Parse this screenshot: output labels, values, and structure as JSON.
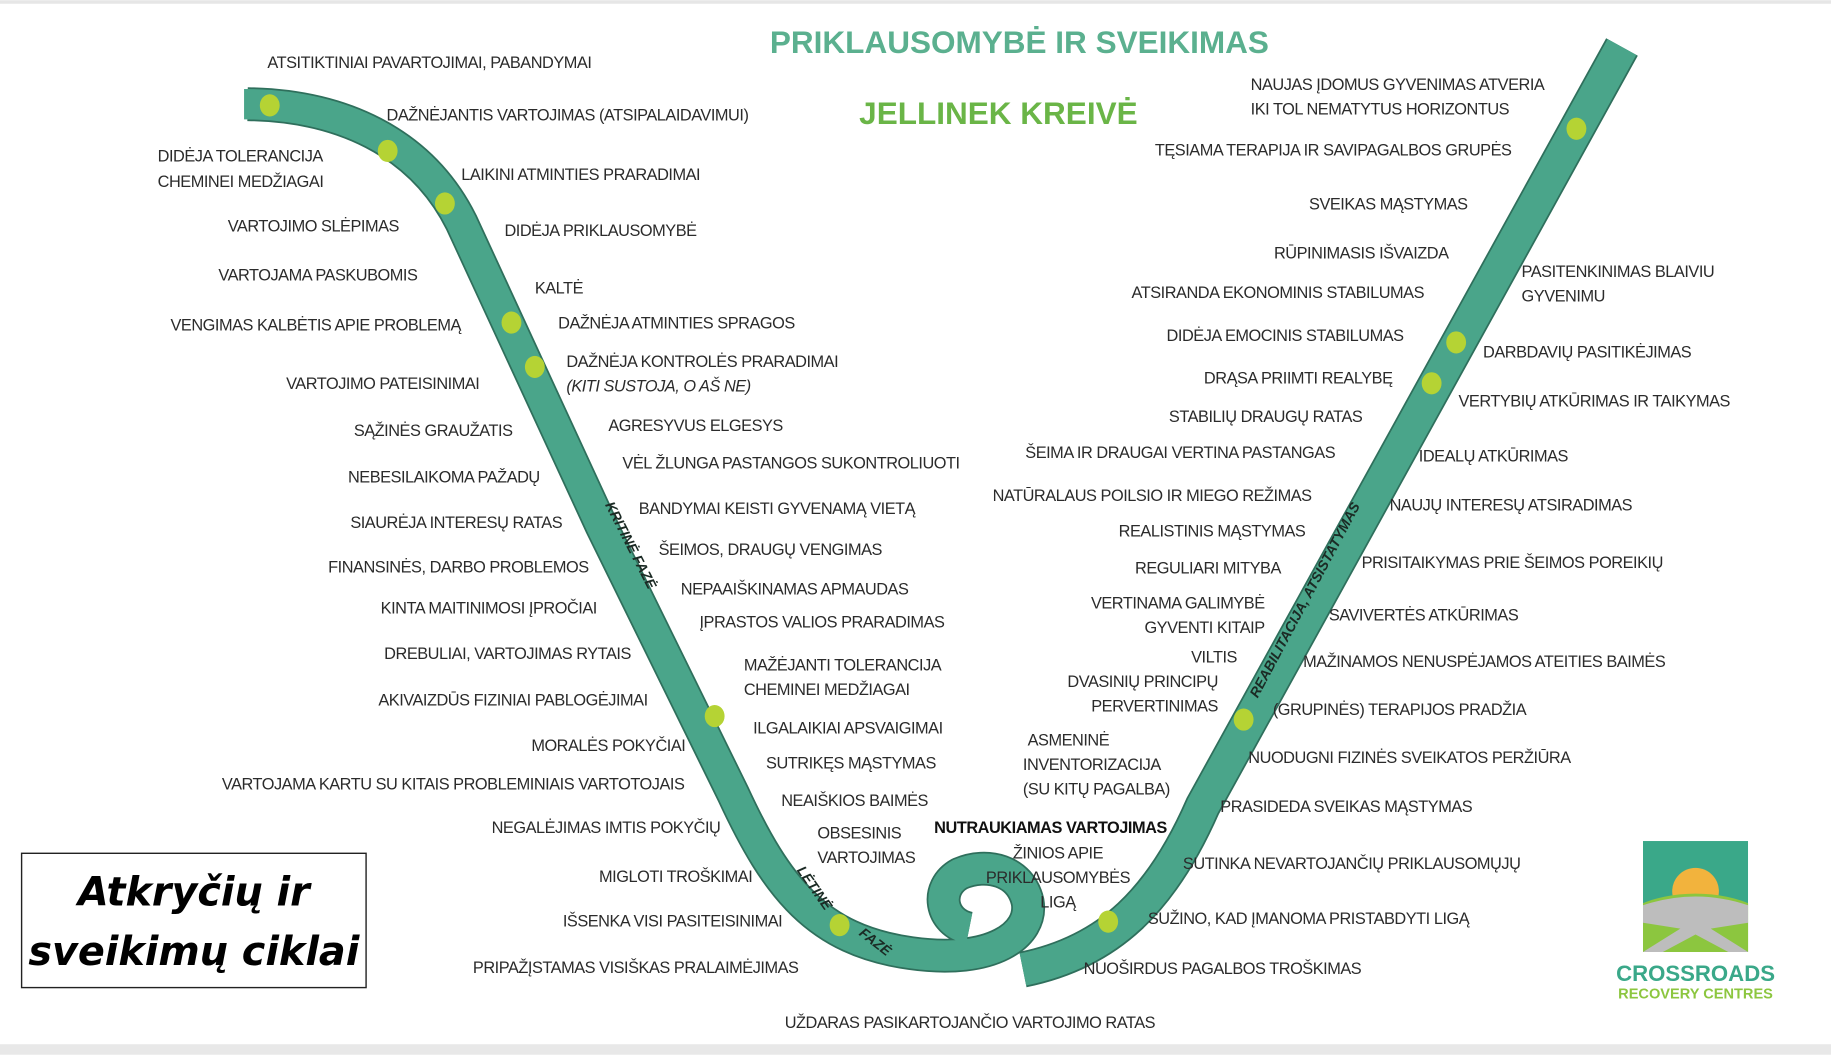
{
  "title": "PRIKLAUSOMYBĖ IR SVEIKIMAS",
  "subtitle": "JELLINEK KREIVĖ",
  "cycle_box": [
    "Atkryčių ir",
    "sveikimų ciklai"
  ],
  "phases": {
    "critical": "KRITINĖ FAZĖ",
    "chronic_1": "LĖTINĖ",
    "chronic_2": "FAZĖ",
    "rehab": "REABILITACIJA, ATSISTATYMAS"
  },
  "logo": {
    "name": "CROSSROADS",
    "tagline": "RECOVERY CENTRES"
  },
  "colors": {
    "track": "#4aa58a",
    "track_edge": "#2f6f5c",
    "dot": "#b5d334",
    "title": "#5bb08f",
    "subtitle": "#6ab547"
  },
  "labels": [
    "ATSITIKTINIAI PAVARTOJIMAI, PABANDYMAI",
    "DAŽNĖJANTIS VARTOJIMAS (ATSIPALAIDAVIMUI)",
    "DIDĖJA TOLERANCIJA",
    "CHEMINEI MEDŽIAGAI",
    "LAIKINI ATMINTIES PRARADIMAI",
    "VARTOJIMO SLĖPIMAS",
    "DIDĖJA PRIKLAUSOMYBĖ",
    "VARTOJAMA PASKUBOMIS",
    "KALTĖ",
    "VENGIMAS KALBĖTIS APIE PROBLEMĄ",
    "DAŽNĖJA ATMINTIES SPRAGOS",
    "DAŽNĖJA KONTROLĖS PRARADIMAI",
    "(KITI SUSTOJA, O AŠ NE)",
    "VARTOJIMO PATEISINIMAI",
    "SĄŽINĖS GRAUŽATIS",
    "AGRESYVUS ELGESYS",
    "VĖL ŽLUNGA PASTANGOS SUKONTROLIUOTI",
    "NEBESILAIKOMA PAŽADŲ",
    "BANDYMAI KEISTI GYVENAMĄ VIETĄ",
    "SIAURĖJA INTERESŲ RATAS",
    "ŠEIMOS, DRAUGŲ VENGIMAS",
    "FINANSINĖS, DARBO PROBLEMOS",
    "NEPAAIŠKINAMAS APMAUDAS",
    "KINTA MAITINIMOSI ĮPROČIAI",
    "ĮPRASTOS VALIOS PRARADIMAS",
    "DREBULIAI, VARTOJIMAS RYTAIS",
    "MAŽĖJANTI TOLERANCIJA",
    "CHEMINEI MEDŽIAGAI",
    "AKIVAIZDŪS FIZINIAI PABLOGĖJIMAI",
    "ILGALAIKIAI APSVAIGIMAI",
    "MORALĖS POKYČIAI",
    "SUTRIKĘS MĄSTYMAS",
    "VARTOJAMA KARTU SU KITAIS PROBLEMINIAIS VARTOTOJAIS",
    "NEAIŠKIOS BAIMĖS",
    "NEGALĖJIMAS IMTIS  POKYČIŲ",
    "OBSESINIS",
    "VARTOJIMAS",
    "MIGLOTI TROŠKIMAI",
    "IŠSENKA VISI PASITEISINIMAI",
    "PRIPAŽĮSTAMAS VISIŠKAS PRALAIMĖJIMAS",
    "UŽDARAS PASIKARTOJANČIO VARTOJIMO RATAS",
    "NAUJAS ĮDOMUS GYVENIMAS ATVERIA",
    "IKI TOL NEMATYTUS HORIZONTUS",
    "TĘSIAMA TERAPIJA IR SAVIPAGALBOS GRUPĖS",
    "SVEIKAS MĄSTYMAS",
    "RŪPINIMASIS IŠVAIZDA",
    "PASITENKINIMAS BLAIVIU",
    "GYVENIMU",
    "ATSIRANDA EKONOMINIS STABILUMAS",
    "DIDĖJA EMOCINIS STABILUMAS",
    "DARBDAVIŲ PASITIKĖJIMAS",
    "DRĄSA PRIIMTI REALYBĘ",
    "VERTYBIŲ ATKŪRIMAS IR TAIKYMAS",
    "STABILIŲ DRAUGŲ RATAS",
    "ŠEIMA IR DRAUGAI VERTINA PASTANGAS",
    "IDEALŲ ATKŪRIMAS",
    "NATŪRALAUS POILSIO IR MIEGO REŽIMAS",
    "NAUJŲ INTERESŲ ATSIRADIMAS",
    "REALISTINIS MĄSTYMAS",
    "PRISITAIKYMAS PRIE ŠEIMOS POREIKIŲ",
    "REGULIARI MITYBA",
    "VERTINAMA GALIMYBĖ",
    "GYVENTI KITAIP",
    "SAVIVERTĖS ATKŪRIMAS",
    "VILTIS",
    "MAŽINAMOS NENUSPĖJAMOS ATEITIES BAIMĖS",
    "DVASINIŲ PRINCIPŲ",
    "PERVERTINIMAS",
    "(GRUPINĖS) TERAPIJOS PRADŽIA",
    "ASMENINĖ",
    "INVENTORIZACIJA",
    "(SU KITŲ PAGALBA)",
    "NUODUGNI FIZINĖS SVEIKATOS PERŽIŪRA",
    "PRASIDEDA SVEIKAS MĄSTYMAS",
    "NUTRAUKIAMAS VARTOJIMAS",
    "ŽINIOS APIE",
    "PRIKLAUSOMYBĖS",
    "LIGĄ",
    "SUTINKA NEVARTOJANČIŲ PRIKLAUSOMŲJŲ",
    "SUŽINO, KAD ĮMANOMA PRISTABDYTI LIGĄ",
    "NUOŠIRDUS PAGALBOS TROŠKIMAS"
  ]
}
